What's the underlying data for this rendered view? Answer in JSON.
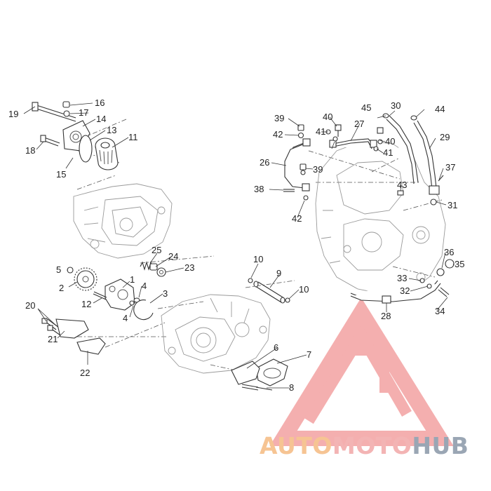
{
  "callouts": [
    "1",
    "2",
    "3",
    "4",
    "4",
    "5",
    "6",
    "7",
    "8",
    "9",
    "10",
    "10",
    "11",
    "12",
    "13",
    "14",
    "15",
    "16",
    "17",
    "18",
    "19",
    "20",
    "21",
    "22",
    "23",
    "24",
    "25",
    "26",
    "27",
    "28",
    "29",
    "30",
    "31",
    "32",
    "33",
    "34",
    "35",
    "36",
    "37",
    "38",
    "39",
    "39",
    "40",
    "40",
    "41",
    "41",
    "42",
    "42",
    "43",
    "44",
    "45"
  ],
  "watermark": {
    "part1": "AUTO",
    "part2": "MOTO",
    "part3": "HUB",
    "color1": "#f6c493",
    "color2": "#f3b4b4",
    "color3": "#9aa6b4",
    "logo_color": "#f3a2a2"
  }
}
